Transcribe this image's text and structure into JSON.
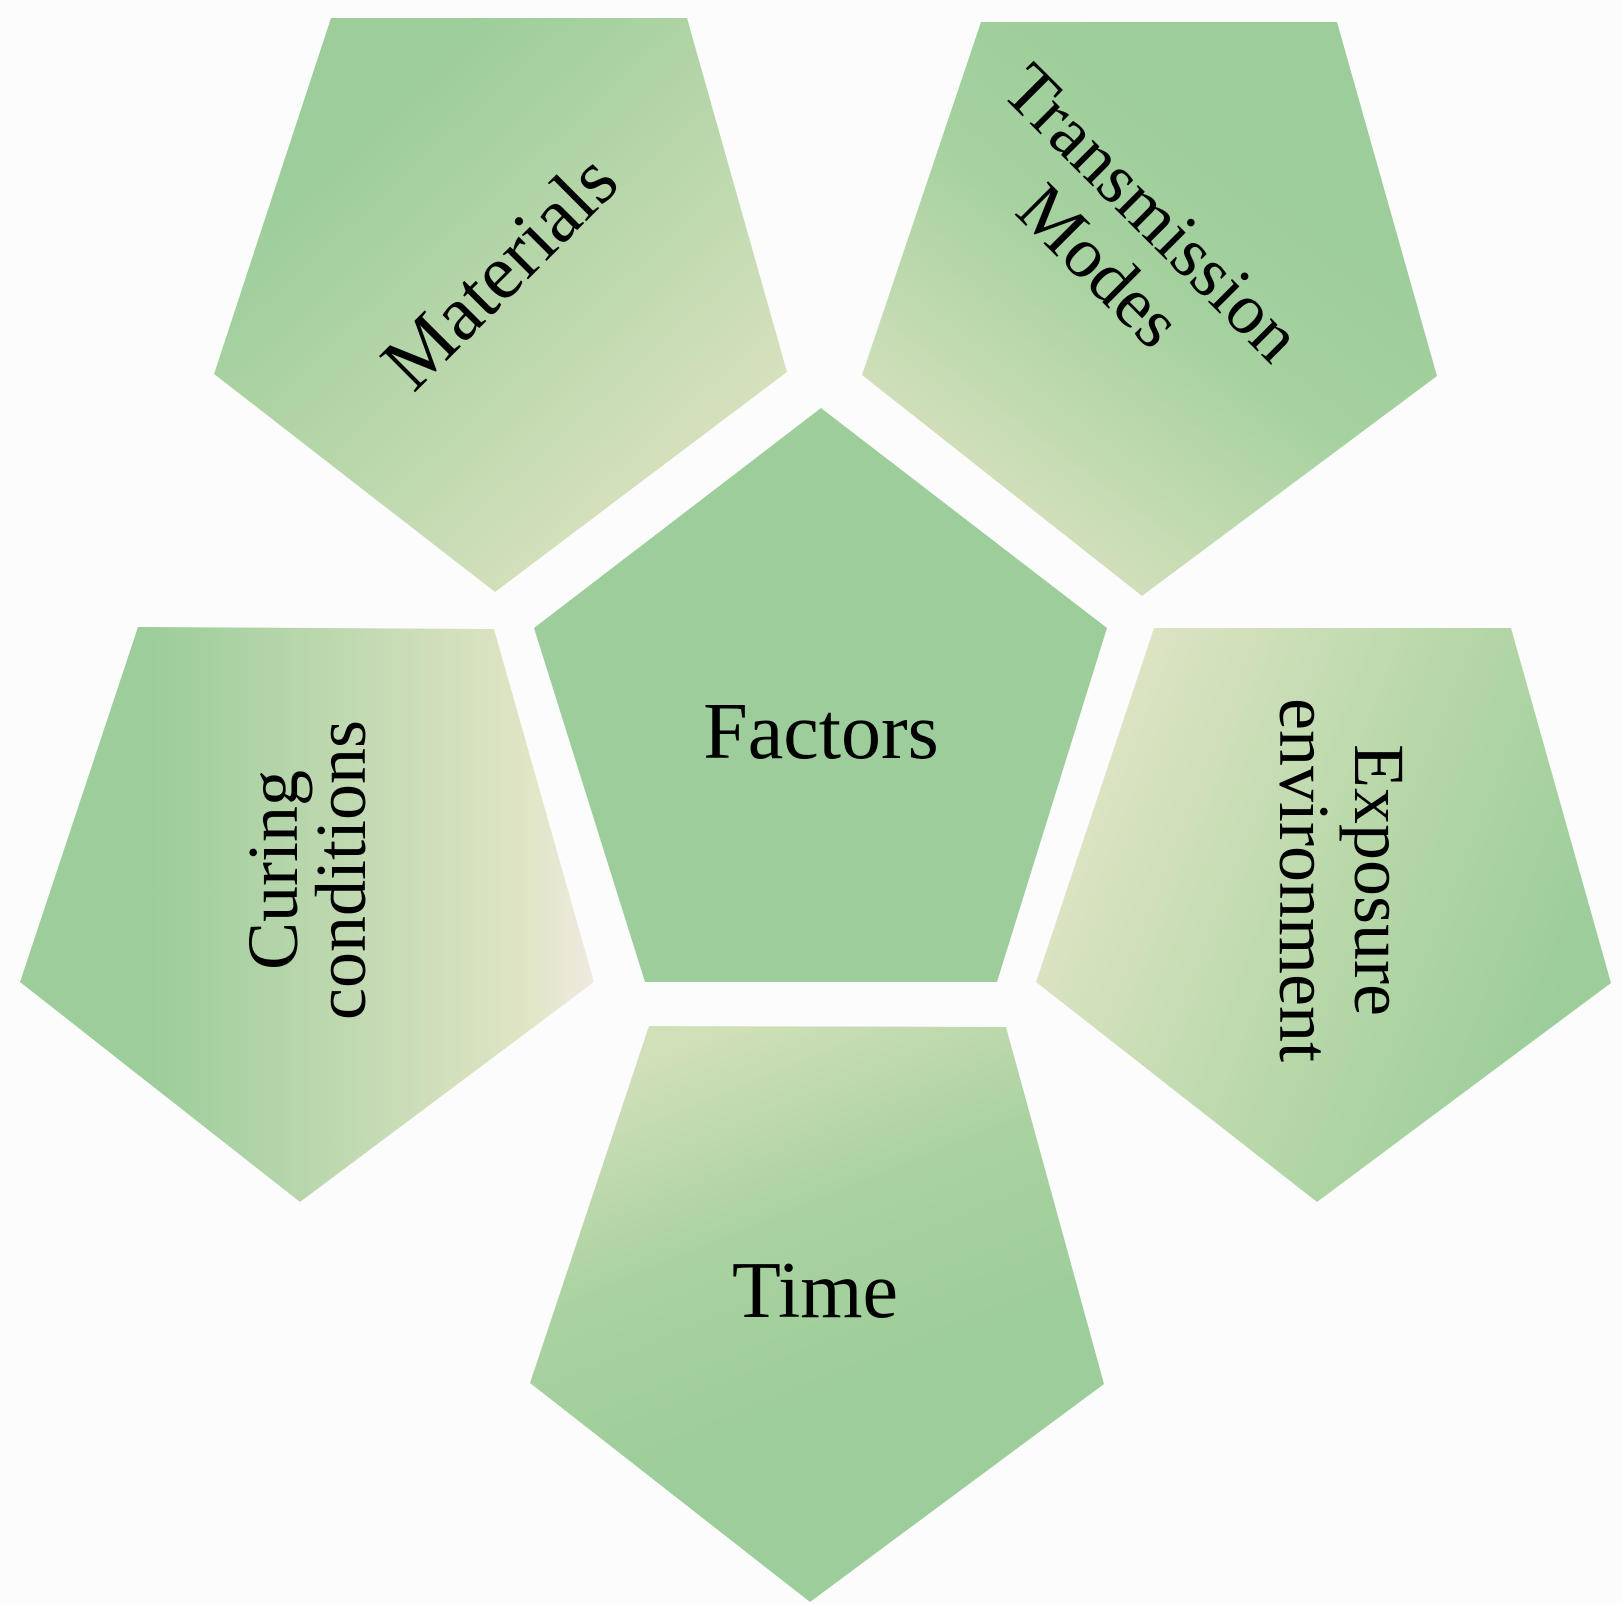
{
  "diagram": {
    "center": {
      "label": "Factors"
    },
    "petals": [
      {
        "id": "materials",
        "lines": [
          "Materials"
        ]
      },
      {
        "id": "transmission",
        "lines": [
          "Transmission",
          "Modes"
        ]
      },
      {
        "id": "curing",
        "lines": [
          "Curing",
          "conditions"
        ]
      },
      {
        "id": "exposure",
        "lines": [
          "Exposure",
          "environment"
        ]
      },
      {
        "id": "time",
        "lines": [
          "Time"
        ]
      }
    ]
  },
  "colors": {
    "background": "#fcfcfc",
    "green": "#9ccd9a",
    "light": "#dde4c4",
    "cream": "#efe9df",
    "text": "#000000"
  }
}
